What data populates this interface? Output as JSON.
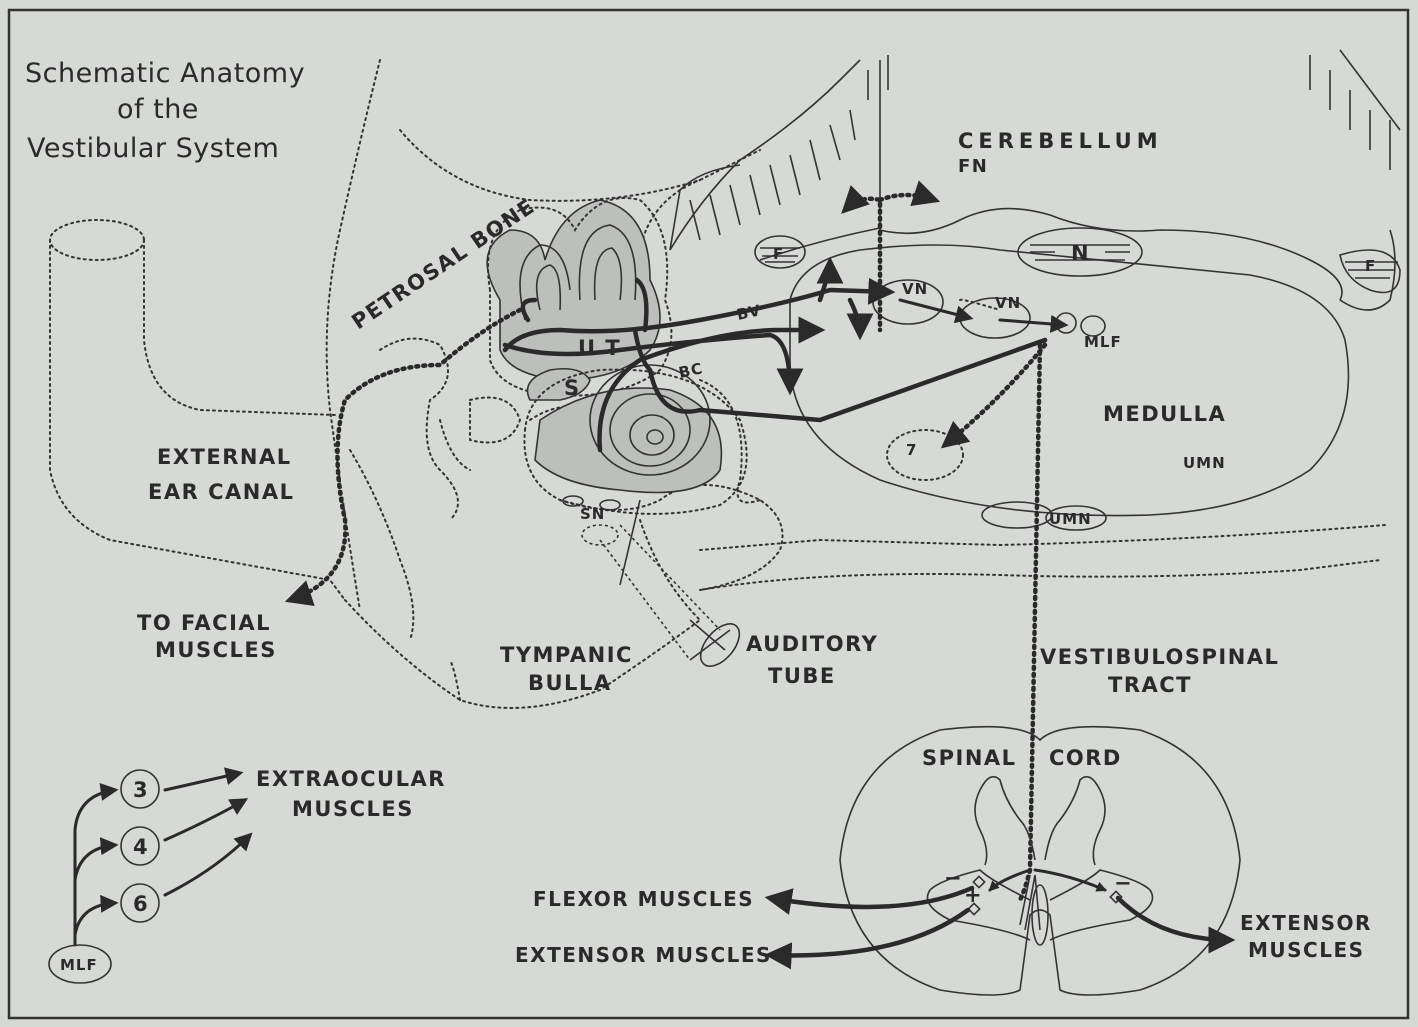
{
  "title": {
    "line1": "Schematic Anatomy",
    "line2": "of the",
    "line3": "Vestibular System"
  },
  "labels": {
    "cerebellum": "CEREBELLUM",
    "fn": "FN",
    "petrosal_bone": "PETROSAL BONE",
    "f_left": "F",
    "n": "N",
    "f_right": "F",
    "vn1": "VN",
    "vn2": "VN",
    "mlf_brain": "MLF",
    "ut": "U T",
    "s": "S",
    "bv": "BV",
    "bc": "BC",
    "medulla": "MEDULLA",
    "umn1": "UMN",
    "umn2": "UMN",
    "seven": "7",
    "external_ear_canal_1": "EXTERNAL",
    "external_ear_canal_2": "EAR CANAL",
    "sn": "SN",
    "to_facial_1": "TO FACIAL",
    "to_facial_2": "MUSCLES",
    "tympanic_1": "TYMPANIC",
    "tympanic_2": "BULLA",
    "auditory_1": "AUDITORY",
    "auditory_2": "TUBE",
    "vestibulospinal_1": "VESTIBULOSPINAL",
    "vestibulospinal_2": "TRACT",
    "spinal": "SPINAL",
    "cord": "CORD",
    "extraocular_1": "EXTRAOCULAR",
    "extraocular_2": "MUSCLES",
    "n3": "3",
    "n4": "4",
    "n6": "6",
    "mlf_bottom": "MLF",
    "flexor": "FLEXOR MUSCLES",
    "extensor_left": "EXTENSOR MUSCLES",
    "extensor_right_1": "EXTENSOR",
    "extensor_right_2": "MUSCLES",
    "minus_left": "−",
    "plus": "+",
    "minus_right": "−"
  },
  "colors": {
    "background": "#d7d9d6",
    "ink": "#2a2a2a",
    "shaded": "#bdbfbc"
  }
}
